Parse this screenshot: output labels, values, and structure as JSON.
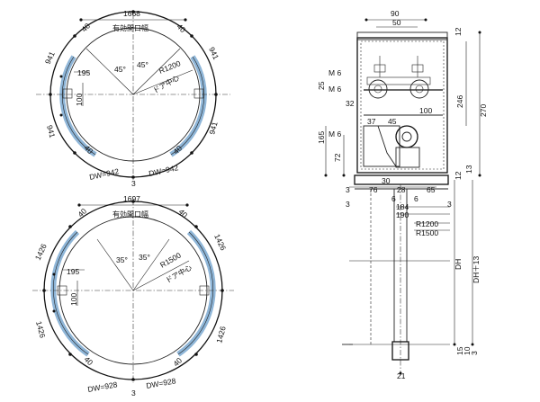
{
  "plan_top": {
    "width_dim": "1668",
    "opening_label": "有効開口幅",
    "edge_40_left": "40",
    "edge_40_right": "40",
    "arc_left_top": "941",
    "arc_right_top": "941",
    "arc_left_bottom": "941",
    "arc_right_bottom": "941",
    "angle_left": "45°",
    "angle_right": "45°",
    "radius_label": "R1200",
    "door_center": "ドア中心",
    "dim_195": "195",
    "dim_100": "100",
    "bottom_40_left": "40",
    "bottom_40_right": "40",
    "dw_left": "DW=942",
    "dw_right": "DW=942",
    "gap_3": "3"
  },
  "plan_bottom": {
    "width_dim": "1697",
    "opening_label": "有効開口幅",
    "edge_40_left": "40",
    "edge_40_right": "40",
    "arc_left_top": "1426",
    "arc_right_top": "1426",
    "arc_left_bottom": "1426",
    "arc_right_bottom": "1426",
    "angle_left": "35°",
    "angle_right": "35°",
    "radius_label": "R1500",
    "door_center": "ドア中心",
    "dim_195": "195",
    "dim_100": "100",
    "bottom_40_left": "40",
    "bottom_40_right": "40",
    "dw_left": "DW=928",
    "dw_right": "DW=928",
    "gap_3": "3"
  },
  "section": {
    "d90": "90",
    "d50": "50",
    "d12_top": "12",
    "d270": "270",
    "d246": "246",
    "m6_a": "M 6",
    "m6_b": "M 6",
    "m6_c": "M 6",
    "d25": "25",
    "d32": "32",
    "d100": "100",
    "d37": "37",
    "d45": "45",
    "d165": "165",
    "d72": "72",
    "d13": "13",
    "d12_mid": "12",
    "d3_a": "3",
    "d76": "76",
    "d30": "30",
    "d28": "28",
    "d65": "65",
    "d3_b": "3",
    "d6_a": "6",
    "d6_b": "6",
    "d3_c": "3",
    "d184": "184",
    "d190": "190",
    "r1200": "R1200",
    "r1500": "R1500",
    "dh": "DH",
    "dh13": "DH＋13",
    "d15": "15",
    "d10": "10",
    "d3_d": "3",
    "d21": "21"
  }
}
